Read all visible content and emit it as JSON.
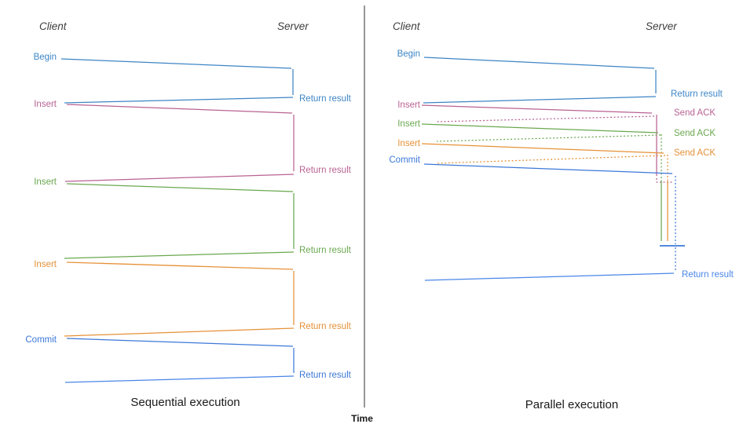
{
  "panels": {
    "sequential": {
      "title": "Sequential execution",
      "client_header": "Client",
      "server_header": "Server",
      "rows": [
        {
          "request": "Begin",
          "response": "Return result"
        },
        {
          "request": "Insert",
          "response": "Return result"
        },
        {
          "request": "Insert",
          "response": "Return result"
        },
        {
          "request": "Insert",
          "response": "Return result"
        },
        {
          "request": "Commit",
          "response": "Return result"
        }
      ]
    },
    "parallel": {
      "title": "Parallel execution",
      "client_header": "Client",
      "server_header": "Server",
      "rows": [
        {
          "request": "Begin",
          "response": "Return result"
        },
        {
          "request": "Insert",
          "response": "Send ACK"
        },
        {
          "request": "Insert",
          "response": "Send ACK"
        },
        {
          "request": "Insert",
          "response": "Send ACK"
        },
        {
          "request": "Commit",
          "response": "Return result"
        }
      ]
    }
  },
  "time_axis": {
    "label": "Time"
  },
  "colors": {
    "blue_begin": "#3d85c6",
    "blue_commit": "#3c78d8",
    "blue_light": "#4a86e8",
    "pink": "#b96292",
    "green": "#6aa84f",
    "orange": "#e69138",
    "axis_gray": "#595959",
    "header_text": "#3d3d3d",
    "title_text": "#1a1a1a"
  }
}
